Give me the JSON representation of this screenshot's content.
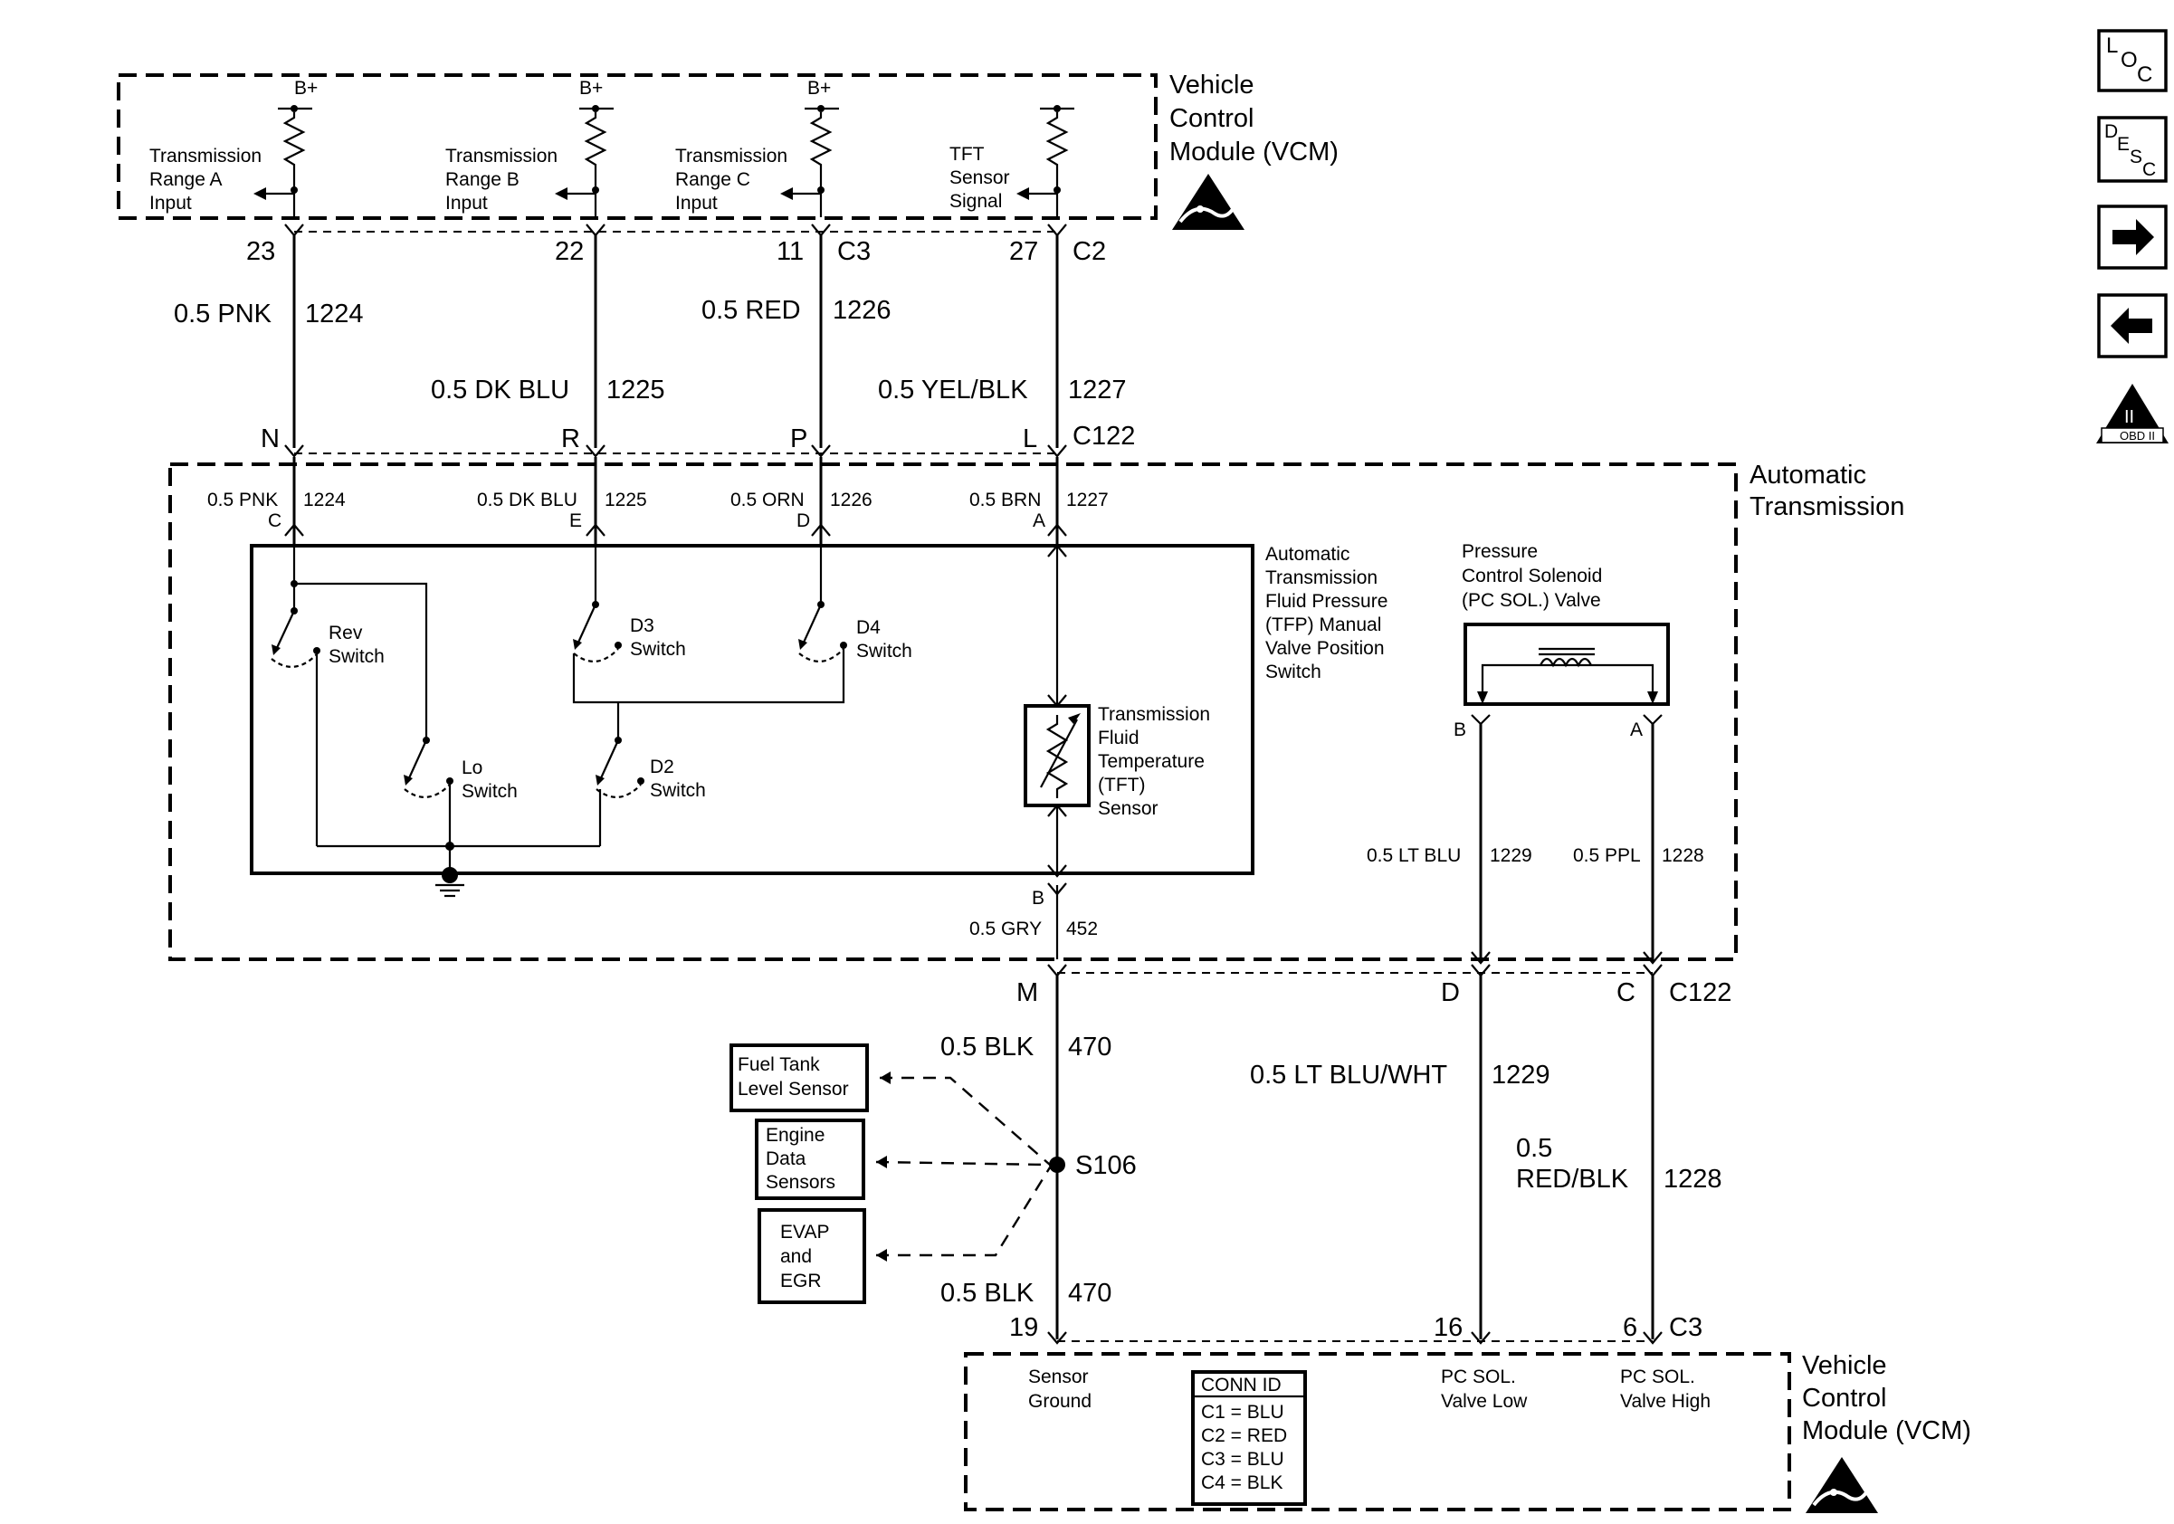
{
  "vcm_top": {
    "label": [
      "Vehicle",
      "Control",
      "Module (VCM)"
    ],
    "supply": "B+",
    "inputs": [
      {
        "label": [
          "Transmission",
          "Range A",
          "Input"
        ],
        "pin": "23"
      },
      {
        "label": [
          "Transmission",
          "Range B",
          "Input"
        ],
        "pin": "22"
      },
      {
        "label": [
          "Transmission",
          "Range C",
          "Input"
        ],
        "pin": "11"
      },
      {
        "label": [
          "TFT",
          "Sensor",
          "Signal"
        ],
        "pin": "27"
      }
    ],
    "connectors": [
      "C3",
      "C2"
    ]
  },
  "harness_top": [
    {
      "wire": "0.5 PNK",
      "circuit": "1224"
    },
    {
      "wire": "0.5 DK BLU",
      "circuit": "1225"
    },
    {
      "wire": "0.5 RED",
      "circuit": "1226"
    },
    {
      "wire": "0.5 YEL/BLK",
      "circuit": "1227"
    }
  ],
  "c122_top": {
    "pins": [
      "N",
      "R",
      "P",
      "L"
    ],
    "name": "C122"
  },
  "auto_trans": {
    "label": [
      "Automatic",
      "Transmission"
    ],
    "internal_wires": [
      {
        "wire": "0.5 PNK",
        "circuit": "1224",
        "pin": "C"
      },
      {
        "wire": "0.5 DK BLU",
        "circuit": "1225",
        "pin": "E"
      },
      {
        "wire": "0.5 ORN",
        "circuit": "1226",
        "pin": "D"
      },
      {
        "wire": "0.5 BRN",
        "circuit": "1227",
        "pin": "A"
      }
    ],
    "tfp_label": [
      "Automatic",
      "Transmission",
      "Fluid Pressure",
      "(TFP) Manual",
      "Valve Position",
      "Switch"
    ],
    "switches": {
      "rev": [
        "Rev",
        "Switch"
      ],
      "d3": [
        "D3",
        "Switch"
      ],
      "d4": [
        "D4",
        "Switch"
      ],
      "lo": [
        "Lo",
        "Switch"
      ],
      "d2": [
        "D2",
        "Switch"
      ]
    },
    "tft_label": [
      "Transmission",
      "Fluid",
      "Temperature",
      "(TFT)",
      "Sensor"
    ],
    "tft_pin": "B",
    "tft_wire": {
      "wire": "0.5 GRY",
      "circuit": "452"
    },
    "pcs_label": [
      "Pressure",
      "Control Solenoid",
      "(PC SOL.) Valve"
    ],
    "pcs_pins": [
      "B",
      "A"
    ],
    "pcs_wires": [
      {
        "wire": "0.5 LT BLU",
        "circuit": "1229"
      },
      {
        "wire": "0.5 PPL",
        "circuit": "1228"
      }
    ]
  },
  "c122_bottom": {
    "pins": [
      "M",
      "D",
      "C"
    ],
    "name": "C122"
  },
  "harness_bottom": {
    "ground_upper": {
      "wire": "0.5 BLK",
      "circuit": "470"
    },
    "ground_lower": {
      "wire": "0.5 BLK",
      "circuit": "470"
    },
    "splice": "S106",
    "pc_low": {
      "wire": "0.5 LT BLU/WHT",
      "circuit": "1229"
    },
    "pc_high": {
      "wire_line1": "0.5",
      "wire_line2": "RED/BLK",
      "circuit": "1228"
    },
    "sensors": [
      [
        "Fuel Tank",
        "Level Sensor"
      ],
      [
        "Engine",
        "Data",
        "Sensors"
      ],
      [
        "EVAP",
        "and",
        "EGR"
      ]
    ]
  },
  "vcm_bottom": {
    "label": [
      "Vehicle",
      "Control",
      "Module (VCM)"
    ],
    "pins": [
      "19",
      "16",
      "6"
    ],
    "connector": "C3",
    "terminals": [
      [
        "Sensor",
        "Ground"
      ],
      [
        "PC SOL.",
        "Valve Low"
      ],
      [
        "PC SOL.",
        "Valve High"
      ]
    ],
    "conn_id": {
      "title": "CONN ID",
      "rows": [
        "C1 = BLU",
        "C2 = RED",
        "C3 = BLU",
        "C4 = BLK"
      ]
    }
  },
  "nav": {
    "loc": [
      "L",
      "O",
      "C"
    ],
    "desc": [
      "D",
      "E",
      "S",
      "C"
    ],
    "obd": "OBD II",
    "obd_mark": "II"
  }
}
